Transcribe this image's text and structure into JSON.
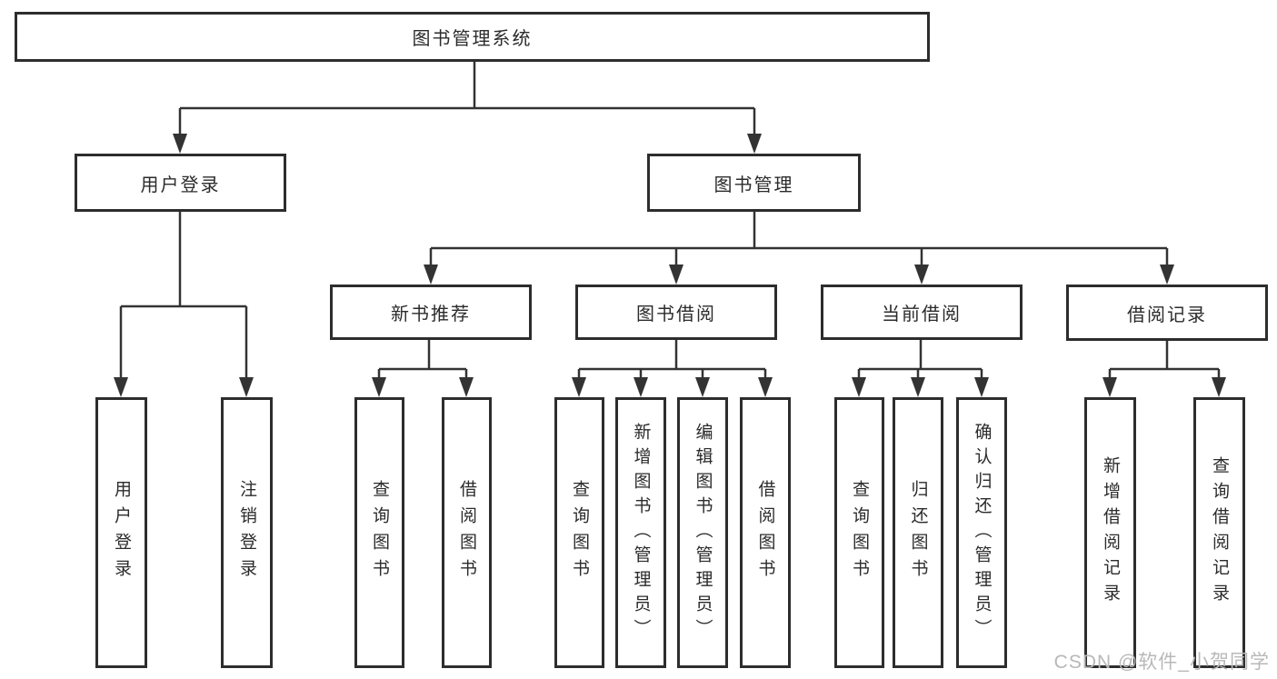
{
  "diagram_type": "hierarchy-tree",
  "tree": {
    "label": "图书管理系统",
    "children": [
      {
        "label": "用户登录",
        "children": [
          {
            "label": "用户登录"
          },
          {
            "label": "注销登录"
          }
        ]
      },
      {
        "label": "图书管理",
        "children": [
          {
            "label": "新书推荐",
            "children": [
              {
                "label": "查询图书"
              },
              {
                "label": "借阅图书"
              }
            ]
          },
          {
            "label": "图书借阅",
            "children": [
              {
                "label": "查询图书"
              },
              {
                "label": "新增图书（管理员）"
              },
              {
                "label": "编辑图书（管理员）"
              },
              {
                "label": "借阅图书"
              }
            ]
          },
          {
            "label": "当前借阅",
            "children": [
              {
                "label": "查询图书"
              },
              {
                "label": "归还图书"
              },
              {
                "label": "确认归还（管理员）"
              }
            ]
          },
          {
            "label": "借阅记录",
            "children": [
              {
                "label": "新增借阅记录"
              },
              {
                "label": "查询借阅记录"
              }
            ]
          }
        ]
      }
    ]
  },
  "watermark": {
    "text": "CSDN @软件_小贺同学"
  },
  "colors": {
    "background": "#ffffff",
    "box_border": "#2d2d2d",
    "connector_line": "#333333",
    "text": "#2b2b2b",
    "watermark_text": "#b8b8b8"
  }
}
